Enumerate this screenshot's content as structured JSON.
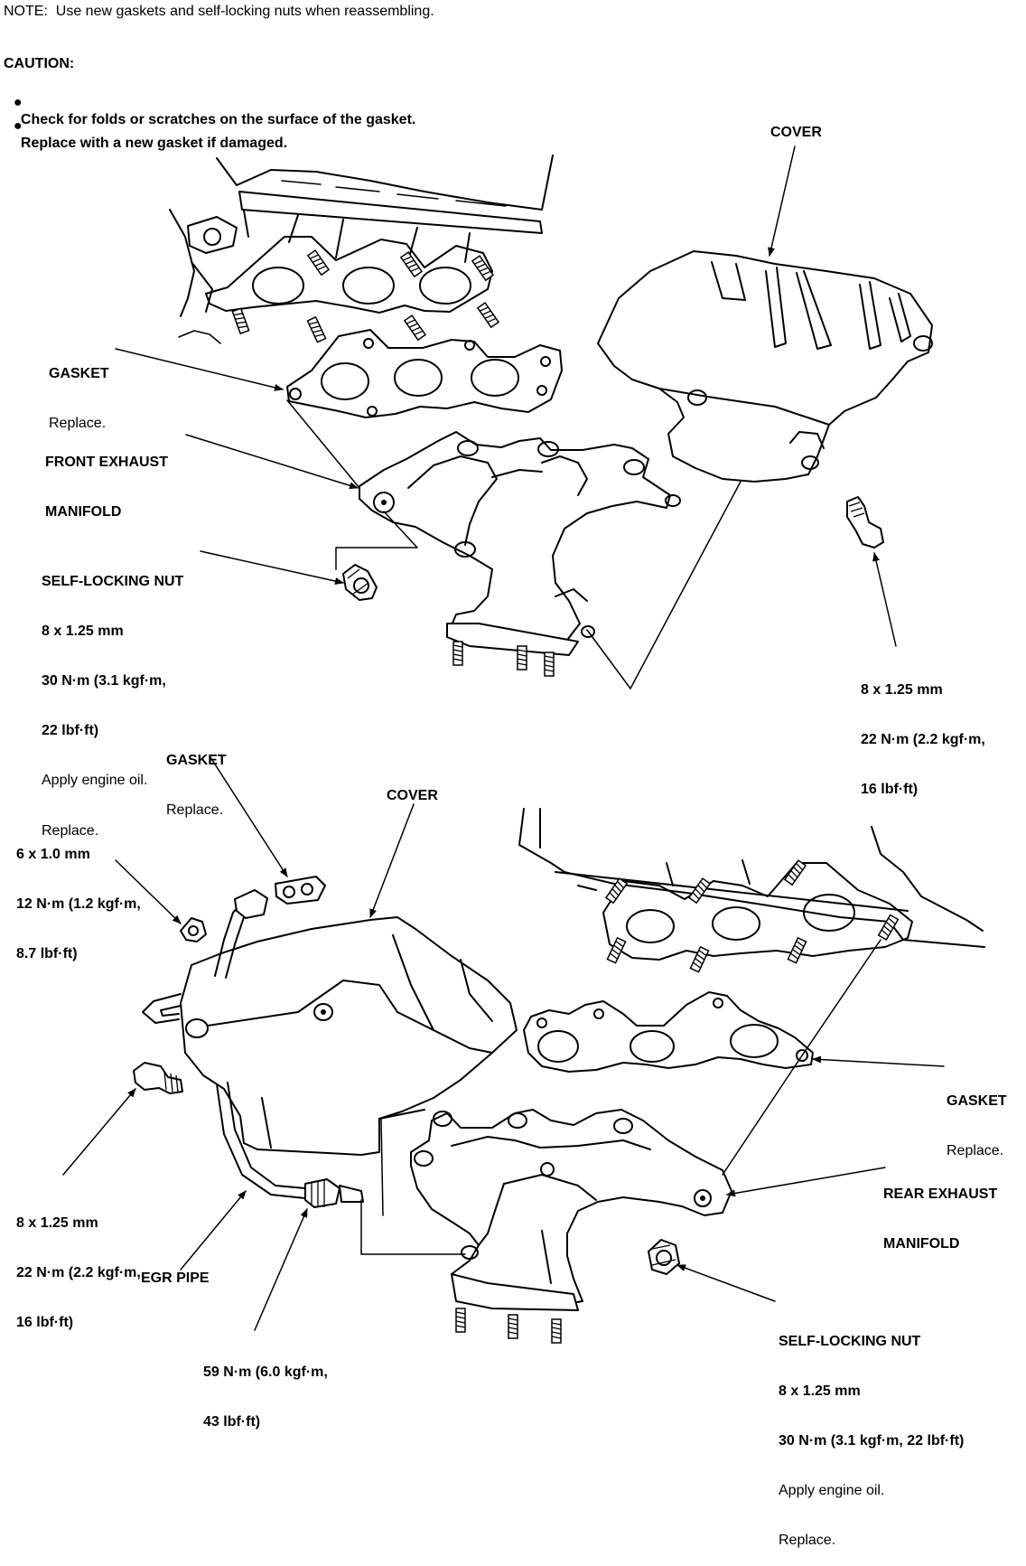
{
  "header": {
    "note": "NOTE:  Use new gaskets and self-locking nuts when reassembling.",
    "caution_title": "CAUTION:",
    "caution_items": [
      "Check for folds or scratches on the surface of the gasket.",
      "Replace with a new gasket if damaged."
    ]
  },
  "front": {
    "cover": "COVER",
    "gasket": {
      "name": "GASKET",
      "note": "Replace."
    },
    "manifold": {
      "line1": "FRONT EXHAUST",
      "line2": "MANIFOLD"
    },
    "nut": {
      "name": "SELF-LOCKING NUT",
      "line1": "8 x 1.25 mm",
      "line2": "30 N·m (3.1 kgf·m,",
      "line3": "22 lbf·ft)",
      "line4": "Apply engine oil.",
      "line5": "Replace."
    },
    "bolt": {
      "line1": "8 x 1.25 mm",
      "line2": "22 N·m (2.2 kgf·m,",
      "line3": "16 lbf·ft)"
    }
  },
  "rear": {
    "gasket_top": {
      "name": "GASKET",
      "note": "Replace."
    },
    "cover": "COVER",
    "nut6": {
      "line1": "6 x 1.0 mm",
      "line2": "12 N·m (1.2 kgf·m,",
      "line3": "8.7 lbf·ft)"
    },
    "gasket_right": {
      "name": "GASKET",
      "note": "Replace."
    },
    "manifold": {
      "line1": "REAR EXHAUST",
      "line2": "MANIFOLD"
    },
    "bolt": {
      "line1": "8 x 1.25 mm",
      "line2": "22 N·m (2.2 kgf·m,",
      "line3": "16 lbf·ft)"
    },
    "egr": "EGR PIPE",
    "egr_nut": {
      "line1": "59 N·m (6.0 kgf·m,",
      "line2": "43 lbf·ft)"
    },
    "nut": {
      "name": "SELF-LOCKING NUT",
      "line1": "8 x 1.25 mm",
      "line2": "30 N·m (3.1 kgf·m, 22 lbf·ft)",
      "line3": "Apply engine oil.",
      "line4": "Replace."
    }
  }
}
